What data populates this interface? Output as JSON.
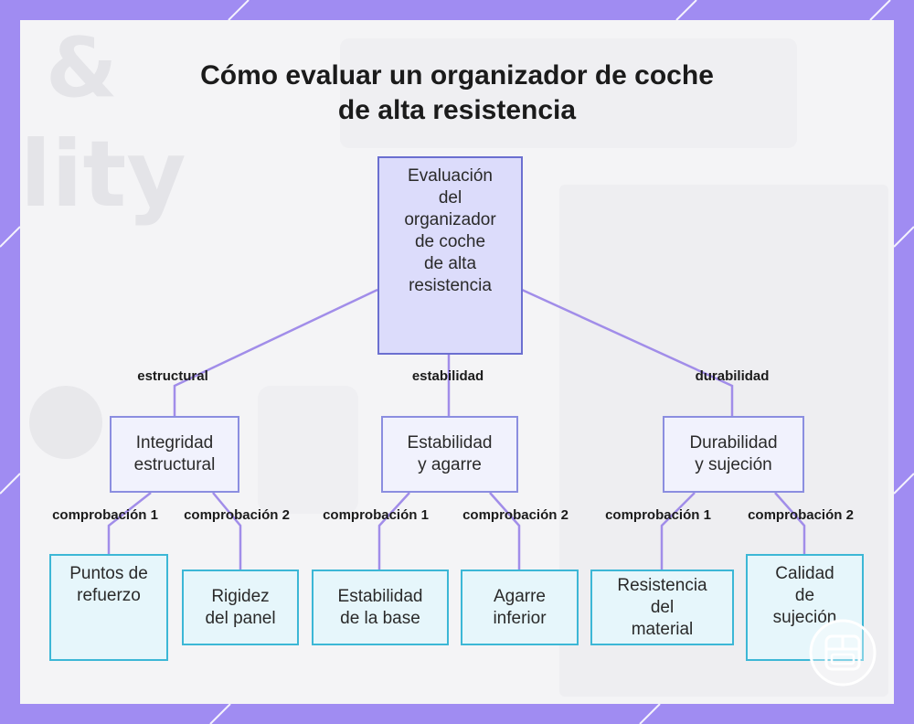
{
  "title_line1": "Cómo evaluar un organizador de coche",
  "title_line2": "de alta resistencia",
  "root": [
    "Evaluación",
    "del",
    "organizador",
    "de coche",
    "de alta",
    "resistencia"
  ],
  "edges": {
    "l1": [
      "estructural",
      "estabilidad",
      "durabilidad"
    ],
    "check1": "comprobación 1",
    "check2": "comprobación 2"
  },
  "mid": [
    [
      "Integridad",
      "estructural"
    ],
    [
      "Estabilidad",
      "y agarre"
    ],
    [
      "Durabilidad",
      "y sujeción"
    ]
  ],
  "leaves": [
    [
      "Puntos de",
      "refuerzo"
    ],
    [
      "Rigidez",
      "del panel"
    ],
    [
      "Estabilidad",
      "de la base"
    ],
    [
      "Agarre",
      "inferior"
    ],
    [
      "Resistencia",
      "del",
      "material"
    ],
    [
      "Calidad",
      "de",
      "sujeción"
    ]
  ],
  "colors": {
    "frame": "#a08cf2",
    "line": "#a18de9",
    "root_fill": "#dcdcfb",
    "root_border": "#6b6fd0",
    "mid_border": "#8b8ee0",
    "leaf_fill": "#e6f6fb",
    "leaf_border": "#3cb7d6"
  },
  "icons": [
    "watermark-logo-icon"
  ]
}
